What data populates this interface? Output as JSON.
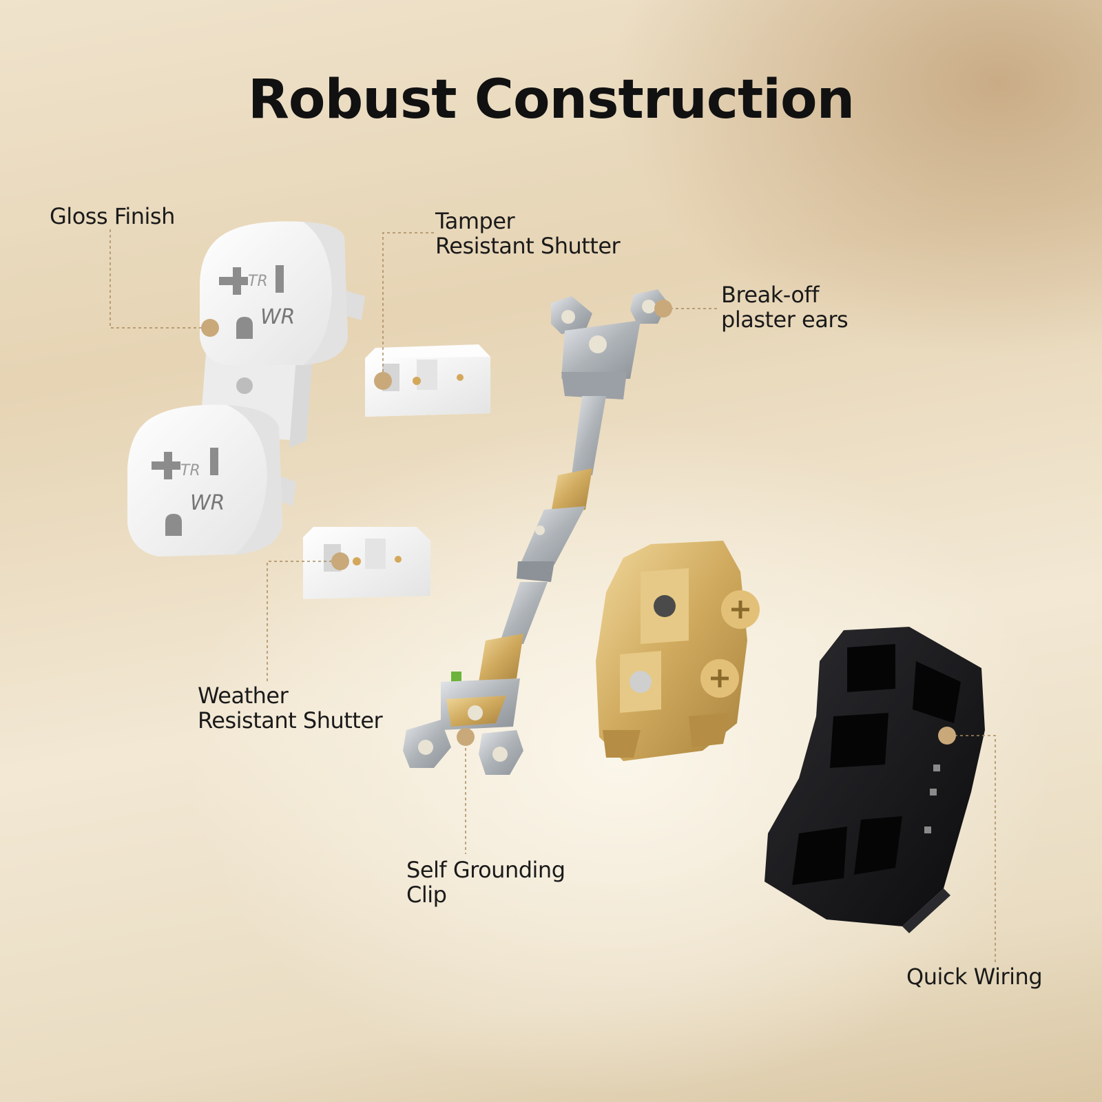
{
  "title": "Robust Construction",
  "colors": {
    "dot": "#c9a97a",
    "leader": "#a98a5e",
    "gold": "#d7b56a",
    "metal": "#b9bdc2",
    "housing": "#16161a",
    "white_part": "#ffffff"
  },
  "labels": {
    "gloss_finish": "Gloss Finish",
    "tamper_line1": "Tamper",
    "tamper_line2": "Resistant Shutter",
    "breakoff_line1": "Break-off",
    "breakoff_line2": "plaster ears",
    "weather_line1": "Weather",
    "weather_line2": "Resistant Shutter",
    "self_line1": "Self Grounding",
    "self_line2": "Clip",
    "quick_wiring": "Quick Wiring"
  },
  "markings": {
    "tr": "TR",
    "wr": "WR"
  }
}
